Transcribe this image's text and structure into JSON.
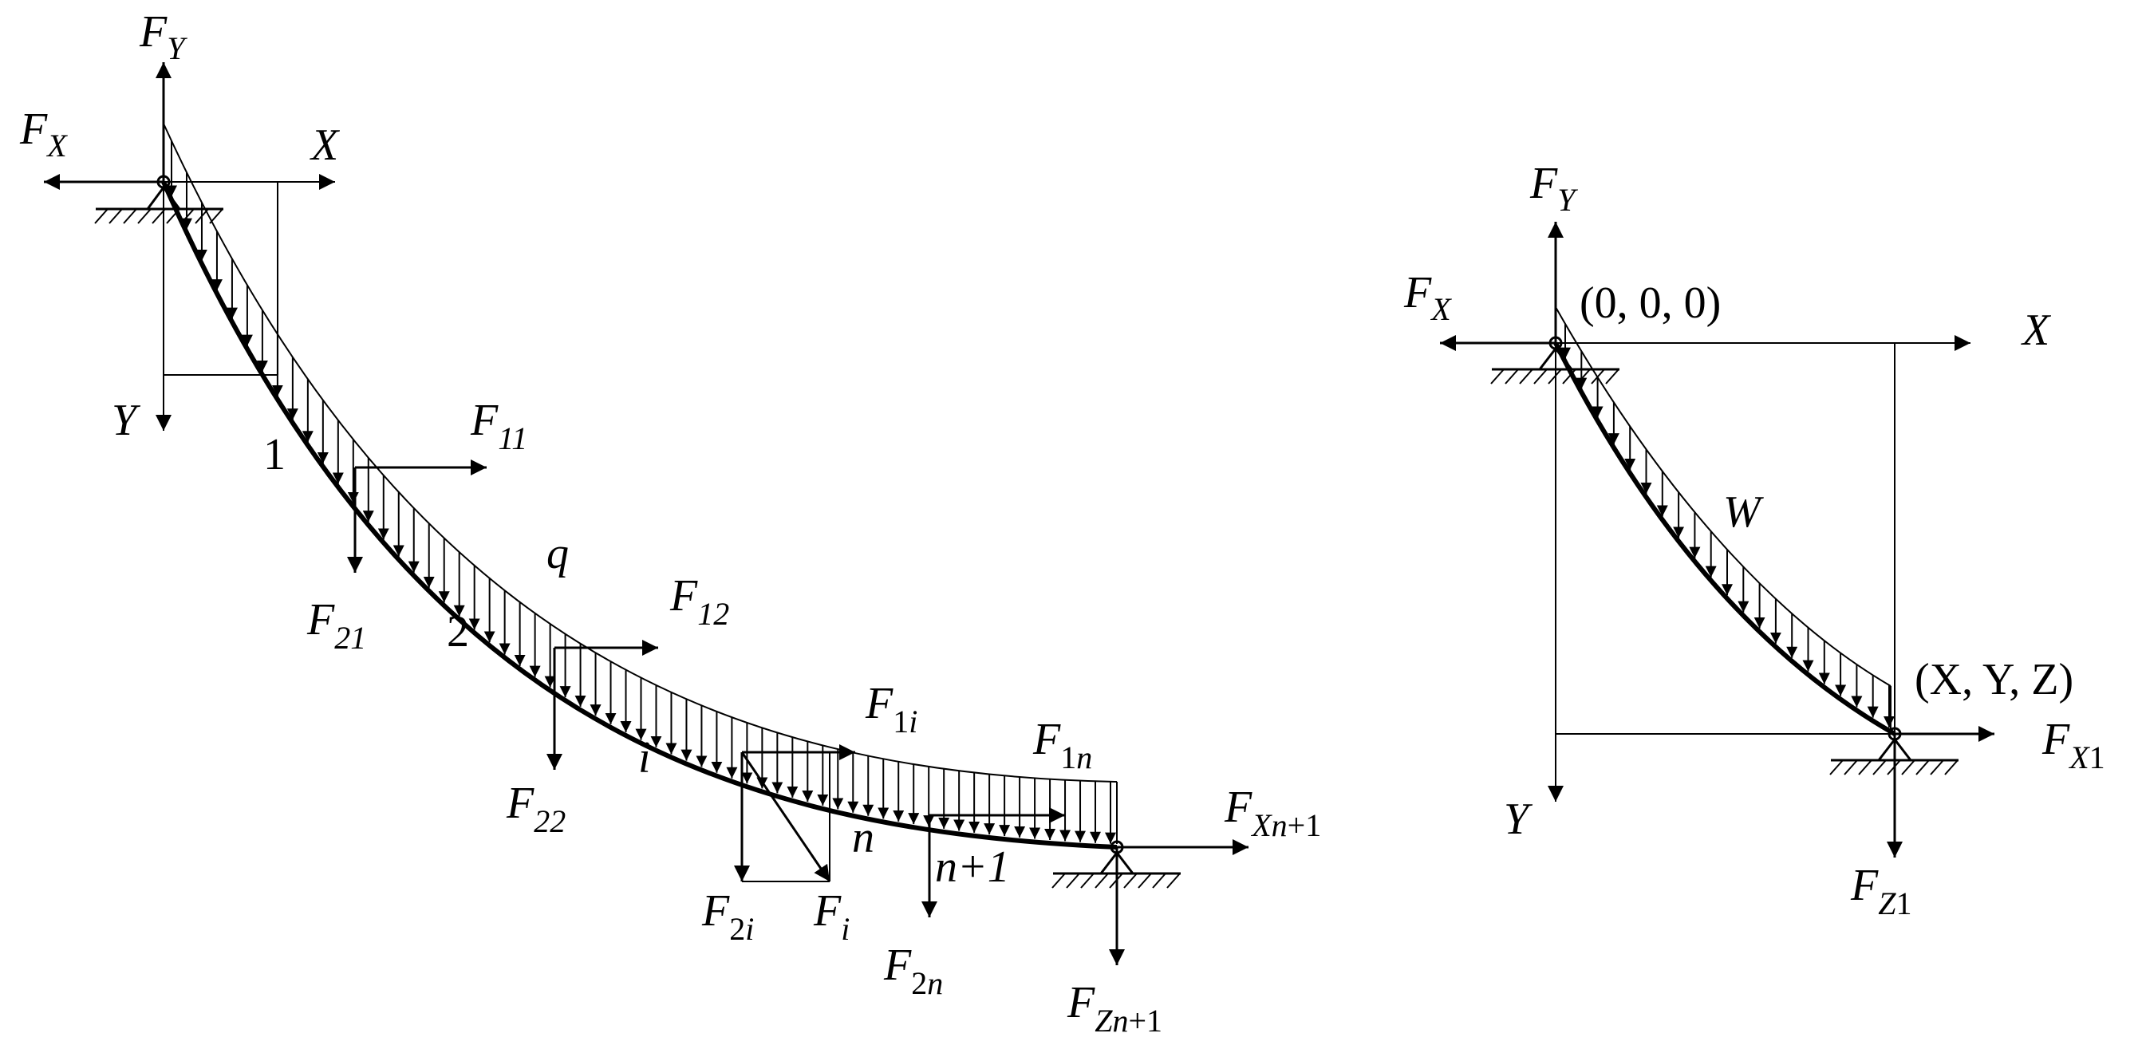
{
  "left": {
    "fy": {
      "main": "F",
      "sub": "Y"
    },
    "fx": {
      "main": "F",
      "sub": "X"
    },
    "x_axis": "X",
    "y_axis": "Y",
    "node1": "1",
    "node2": "2",
    "nodei": "i",
    "noden": "n",
    "noden1": "n+1",
    "q": "q",
    "f11": {
      "main": "F",
      "sub": "11"
    },
    "f21": {
      "main": "F",
      "sub": "21"
    },
    "f12": {
      "main": "F",
      "sub": "12"
    },
    "f22": {
      "main": "F",
      "sub": "22"
    },
    "f1i": {
      "main": "F",
      "sub1": "1",
      "sub2": "i"
    },
    "f2i": {
      "main": "F",
      "sub1": "2",
      "sub2": "i"
    },
    "fi": {
      "main": "F",
      "sub": "i"
    },
    "f1n": {
      "main": "F",
      "sub1": "1",
      "sub2": "n"
    },
    "f2n": {
      "main": "F",
      "sub1": "2",
      "sub2": "n"
    },
    "fxn1": {
      "main": "F",
      "sub1": "X",
      "sub2": "n",
      "sub3": "+1"
    },
    "fzn1": {
      "main": "F",
      "sub1": "Z",
      "sub2": "n",
      "sub3": "+1"
    }
  },
  "right": {
    "fy": {
      "main": "F",
      "sub": "Y"
    },
    "fx": {
      "main": "F",
      "sub": "X"
    },
    "origin": "(0, 0, 0)",
    "x_axis": "X",
    "y_axis": "Y",
    "w": "W",
    "end": "(X, Y, Z)",
    "fx1": {
      "main": "F",
      "sub1": "X",
      "sub2": "1"
    },
    "fz1": {
      "main": "F",
      "sub1": "Z",
      "sub2": "1"
    }
  }
}
